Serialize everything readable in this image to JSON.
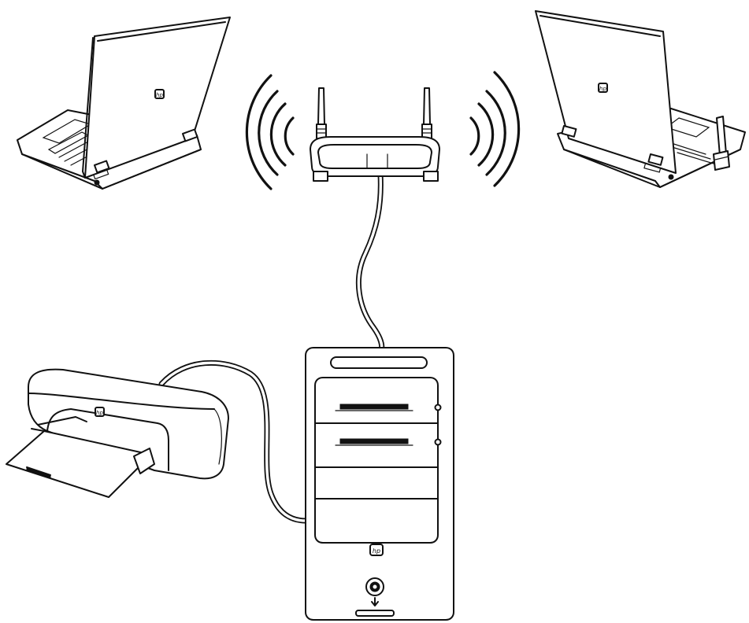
{
  "diagram": {
    "nodes": [
      {
        "id": "laptop-left",
        "kind": "laptop",
        "logo": "hp"
      },
      {
        "id": "laptop-right",
        "kind": "laptop",
        "logo": "hp",
        "accessory": "wireless-antenna-adapter"
      },
      {
        "id": "router",
        "kind": "wireless-router",
        "antennas": 2
      },
      {
        "id": "desktop",
        "kind": "tower-pc",
        "logo": "hp",
        "drive_bays": 2
      },
      {
        "id": "printer",
        "kind": "inkjet-printer",
        "logo": "hp"
      }
    ],
    "links": [
      {
        "from": "laptop-left",
        "to": "router",
        "type": "wireless"
      },
      {
        "from": "laptop-right",
        "to": "router",
        "type": "wireless"
      },
      {
        "from": "router",
        "to": "desktop",
        "type": "cable"
      },
      {
        "from": "printer",
        "to": "desktop",
        "type": "cable"
      }
    ],
    "line_color": "#111111",
    "background": "#ffffff"
  }
}
